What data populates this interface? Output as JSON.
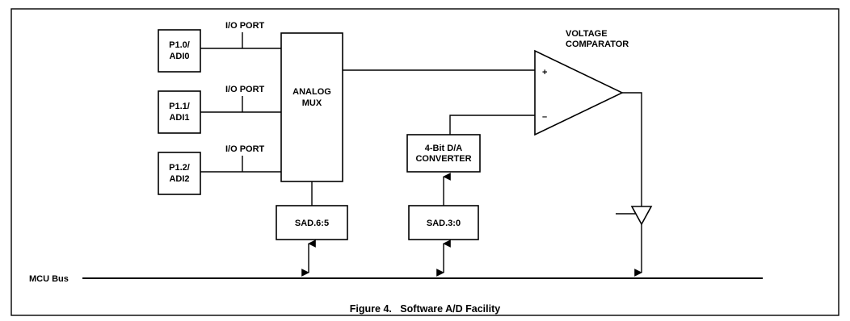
{
  "diagram": {
    "ports": [
      {
        "label_line1": "P1.0/",
        "label_line2": "ADI0",
        "port_label": "I/O PORT"
      },
      {
        "label_line1": "P1.1/",
        "label_line2": "ADI1",
        "port_label": "I/O PORT"
      },
      {
        "label_line1": "P1.2/",
        "label_line2": "ADI2",
        "port_label": "I/O PORT"
      }
    ],
    "mux": {
      "line1": "ANALOG",
      "line2": "MUX"
    },
    "sad_high": "SAD.6:5",
    "sad_low": "SAD.3:0",
    "dac": {
      "line1": "4-Bit D/A",
      "line2": "CONVERTER"
    },
    "comparator": {
      "title_line1": "VOLTAGE",
      "title_line2": "COMPARATOR",
      "plus": "+",
      "minus": "–"
    },
    "bus_label": "MCU Bus",
    "caption": "Figure 4.   Software A/D Facility"
  }
}
